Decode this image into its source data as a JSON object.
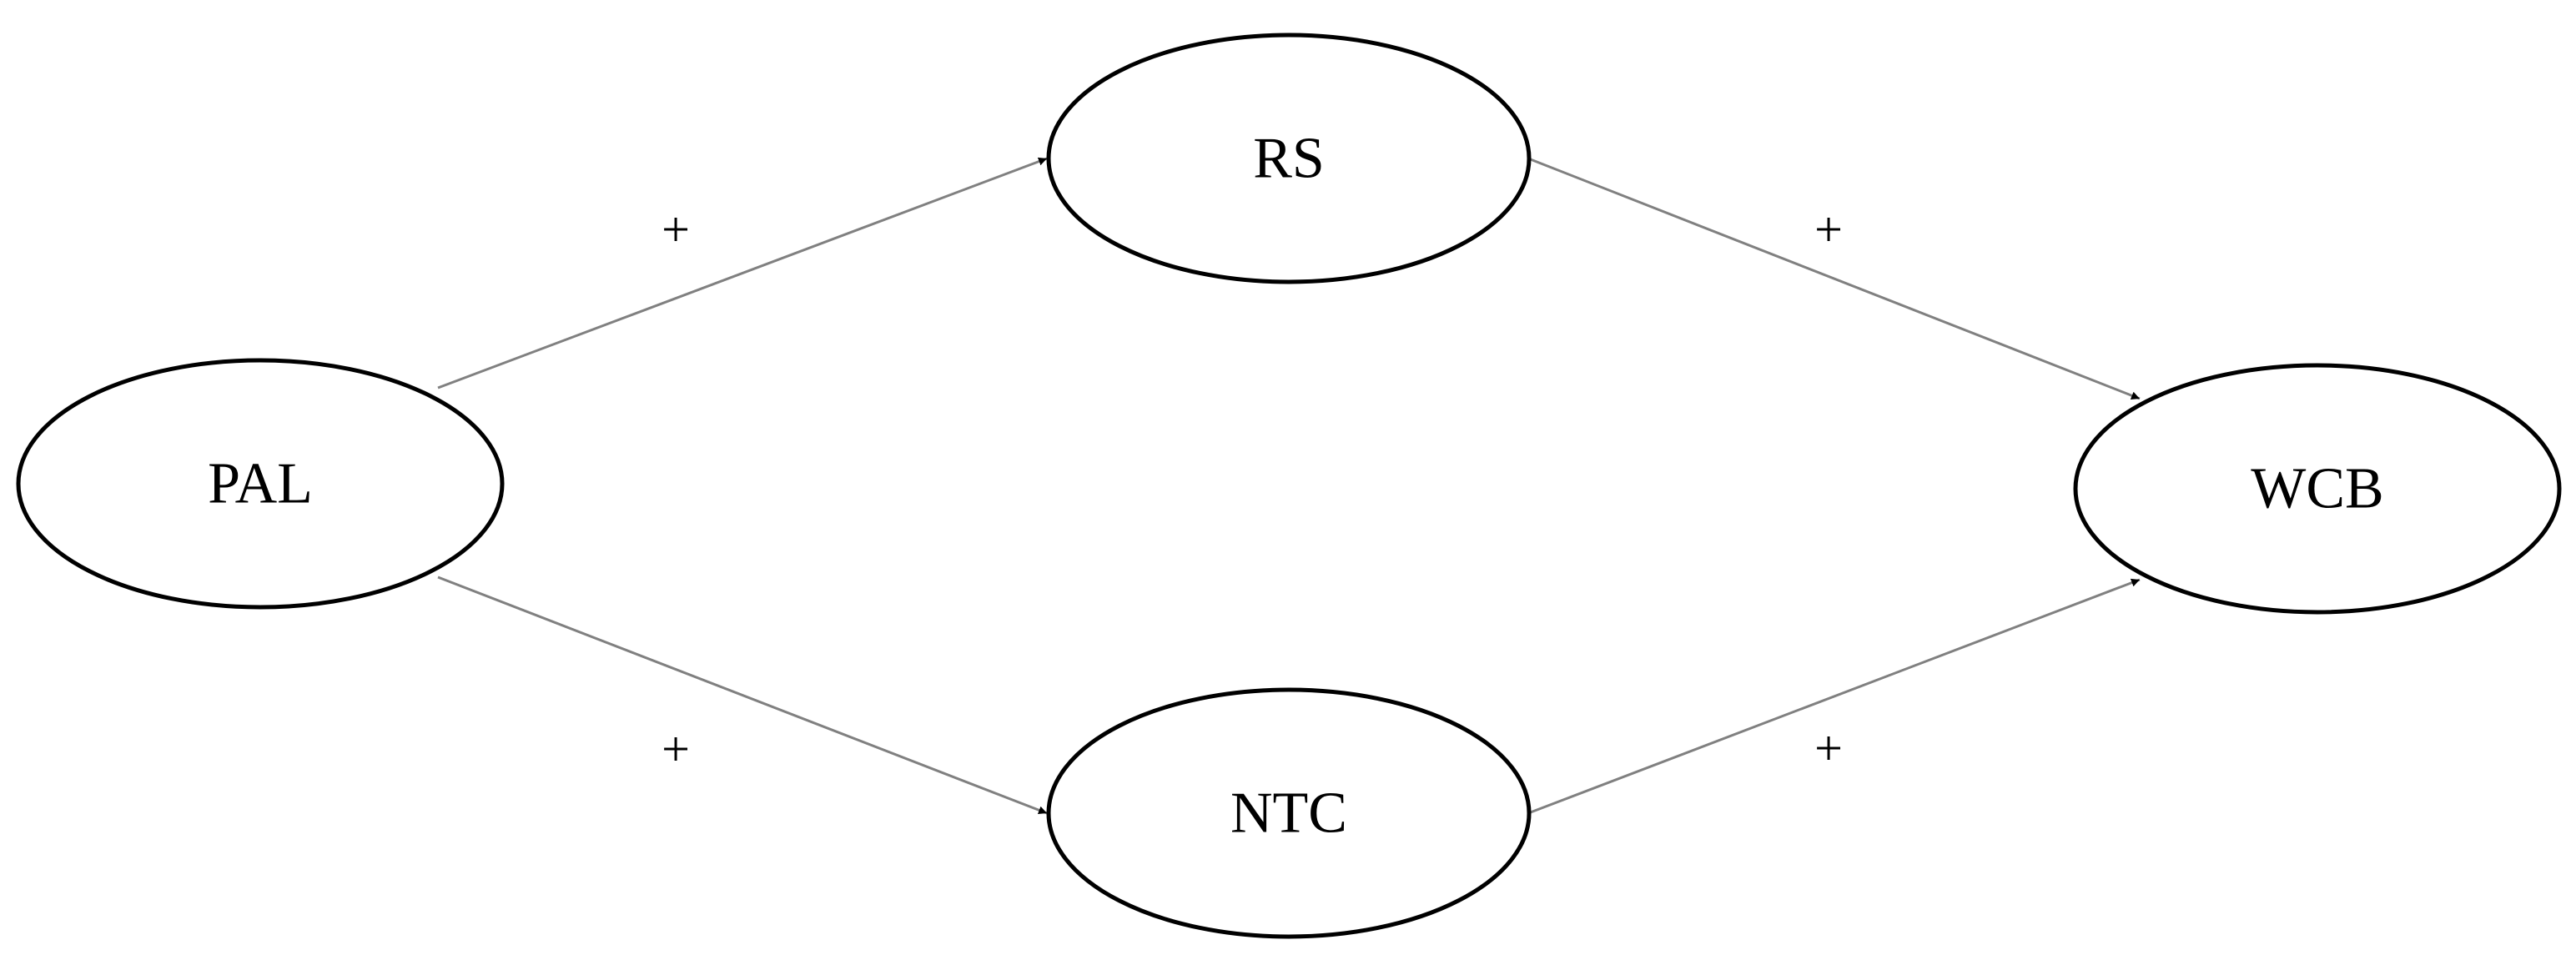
{
  "nodes": [
    {
      "id": "PAL",
      "label": "PAL"
    },
    {
      "id": "RS",
      "label": "RS"
    },
    {
      "id": "NTC",
      "label": "NTC"
    },
    {
      "id": "WCB",
      "label": "WCB"
    }
  ],
  "edges": [
    {
      "from": "PAL",
      "to": "RS",
      "sign": "+"
    },
    {
      "from": "PAL",
      "to": "NTC",
      "sign": "+"
    },
    {
      "from": "RS",
      "to": "WCB",
      "sign": "+"
    },
    {
      "from": "NTC",
      "to": "WCB",
      "sign": "+"
    }
  ],
  "colors": {
    "node_border": "#000000",
    "edge_line": "#808080",
    "arrowhead": "#000000",
    "background": "#ffffff"
  }
}
